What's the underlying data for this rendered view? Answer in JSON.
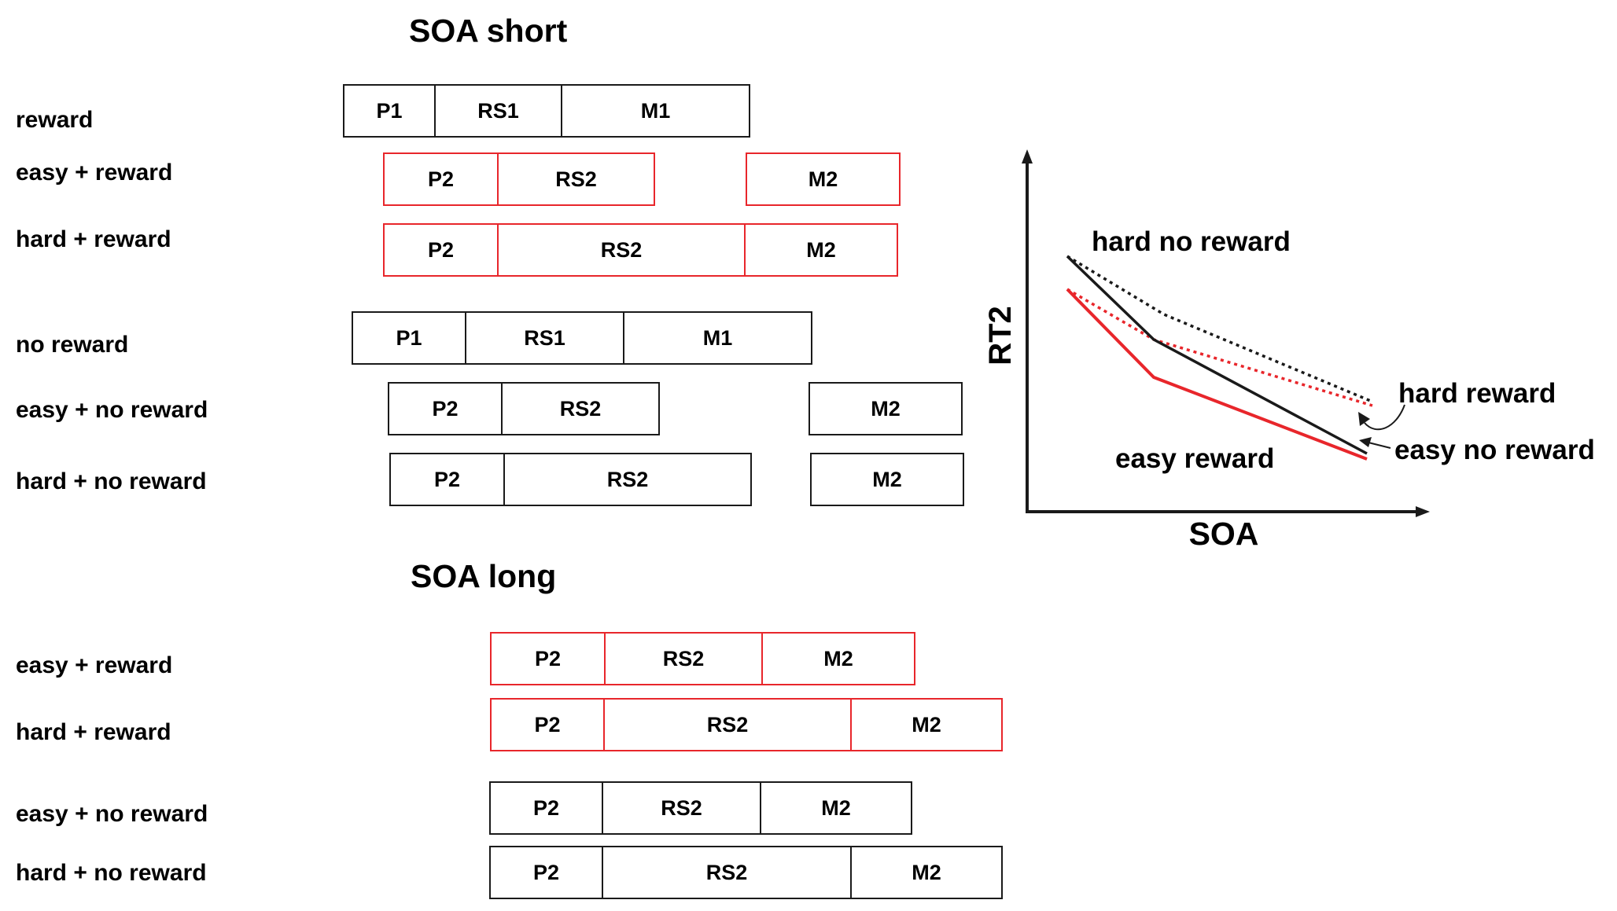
{
  "sections": {
    "short_title": "SOA short",
    "long_title": "SOA long"
  },
  "short_rows": [
    {
      "label": "reward",
      "segments": [
        {
          "text": "P1",
          "color": "black"
        },
        {
          "text": "RS1",
          "color": "black"
        },
        {
          "text": "M1",
          "color": "black"
        }
      ]
    },
    {
      "label": "easy + reward",
      "segments": [
        {
          "text": "P2",
          "color": "red"
        },
        {
          "text": "RS2",
          "color": "red"
        },
        {
          "text": "M2",
          "color": "red"
        }
      ]
    },
    {
      "label": "hard + reward",
      "segments": [
        {
          "text": "P2",
          "color": "red"
        },
        {
          "text": "RS2",
          "color": "red"
        },
        {
          "text": "M2",
          "color": "red"
        }
      ]
    },
    {
      "label": "no reward",
      "segments": [
        {
          "text": "P1",
          "color": "black"
        },
        {
          "text": "RS1",
          "color": "black"
        },
        {
          "text": "M1",
          "color": "black"
        }
      ]
    },
    {
      "label": "easy + no reward",
      "segments": [
        {
          "text": "P2",
          "color": "black"
        },
        {
          "text": "RS2",
          "color": "black"
        },
        {
          "text": "M2",
          "color": "black"
        }
      ]
    },
    {
      "label": "hard + no reward",
      "segments": [
        {
          "text": "P2",
          "color": "black"
        },
        {
          "text": "RS2",
          "color": "black"
        },
        {
          "text": "M2",
          "color": "black"
        }
      ]
    }
  ],
  "long_rows": [
    {
      "label": "easy + reward",
      "segments": [
        {
          "text": "P2",
          "color": "red"
        },
        {
          "text": "RS2",
          "color": "red"
        },
        {
          "text": "M2",
          "color": "red"
        }
      ]
    },
    {
      "label": "hard + reward",
      "segments": [
        {
          "text": "P2",
          "color": "red"
        },
        {
          "text": "RS2",
          "color": "red"
        },
        {
          "text": "M2",
          "color": "red"
        }
      ]
    },
    {
      "label": "easy + no reward",
      "segments": [
        {
          "text": "P2",
          "color": "black"
        },
        {
          "text": "RS2",
          "color": "black"
        },
        {
          "text": "M2",
          "color": "black"
        }
      ]
    },
    {
      "label": "hard + no reward",
      "segments": [
        {
          "text": "P2",
          "color": "black"
        },
        {
          "text": "RS2",
          "color": "black"
        },
        {
          "text": "M2",
          "color": "black"
        }
      ]
    }
  ],
  "graph": {
    "x_axis_label": "SOA",
    "y_axis_label": "RT2",
    "line_labels": {
      "hard_no_reward": "hard no reward",
      "hard_reward": "hard reward",
      "easy_reward": "easy reward",
      "easy_no_reward": "easy no reward"
    },
    "colors": {
      "red": "#e8262b",
      "black": "#1a1a1a"
    }
  }
}
